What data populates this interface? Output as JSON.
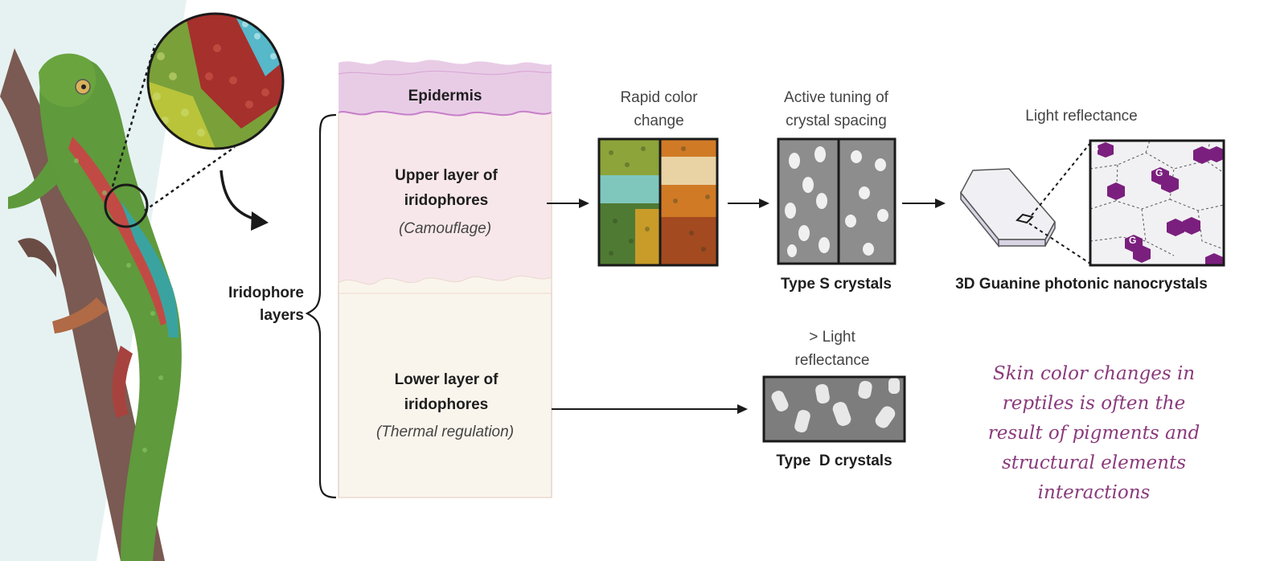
{
  "layers": {
    "epidermis": "Epidermis",
    "upper_title": "Upper layer of iridophores",
    "upper_role": "(Camouflage)",
    "lower_title": "Lower layer of iridophores",
    "lower_role": "(Thermal regulation)",
    "group_label": "Iridophore layers"
  },
  "upper_path": {
    "color_change_caption": "Rapid color change",
    "tuning_caption": "Active tuning of crystal spacing",
    "crystal_type": "Type S crystals",
    "reflectance_caption": "Light reflectance",
    "nanocrystal_label": "3D Guanine photonic nanocrystals",
    "guanine_symbol": "G"
  },
  "lower_path": {
    "reflectance_caption": "> Light reflectance",
    "crystal_type": "Type  D crystals"
  },
  "note": "Skin color changes in reptiles is often the result of pigments and structural elements interactions",
  "colors": {
    "background_panel": "#e6f2f2",
    "epidermis": "#e8cce6",
    "upper_layer": "#f7e7ea",
    "lower_layer": "#faf5ec",
    "guanine": "#7b1f7e",
    "note_text": "#8a3a7c"
  }
}
